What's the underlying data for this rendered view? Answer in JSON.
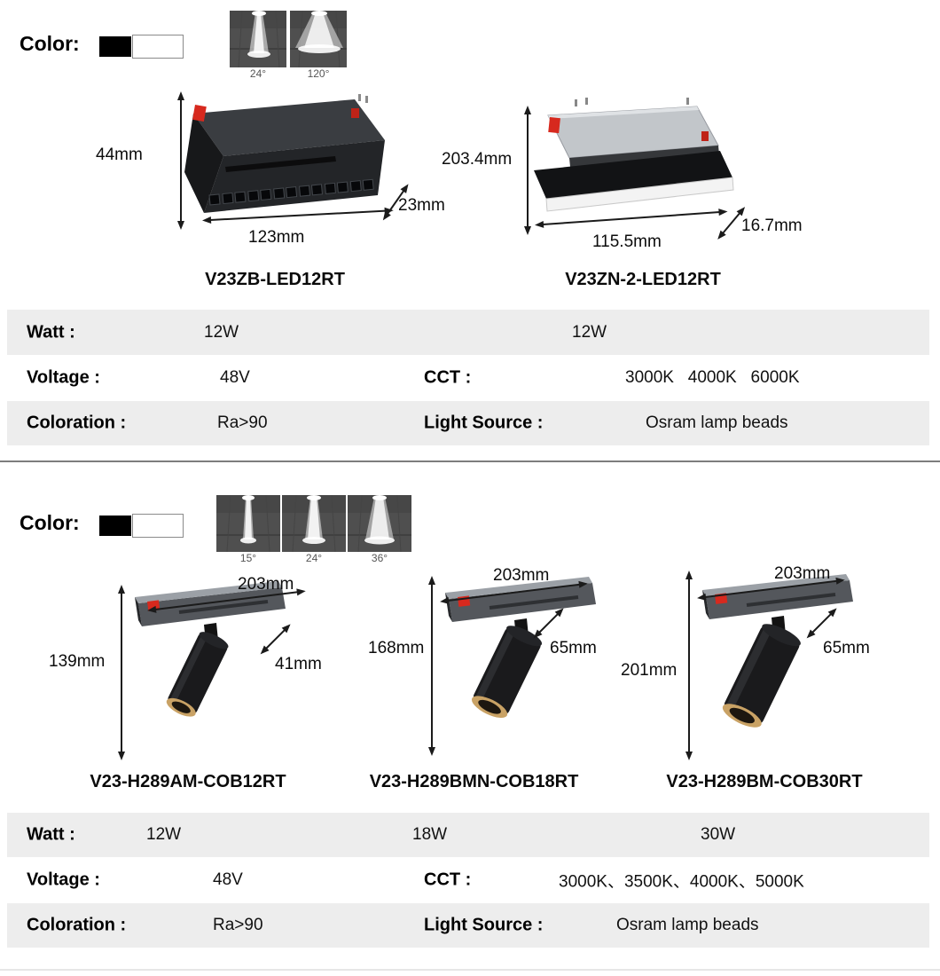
{
  "section1": {
    "color_label": "Color:",
    "beam_angles": [
      "24°",
      "120°"
    ],
    "products": [
      {
        "name": "V23ZB-LED12RT",
        "height": "44mm",
        "width": "123mm",
        "depth": "23mm"
      },
      {
        "name": "V23ZN-2-LED12RT",
        "height": "203.4mm",
        "width": "115.5mm",
        "depth": "16.7mm"
      }
    ],
    "specs": {
      "watt_label": "Watt :",
      "watt_values": [
        "12W",
        "12W"
      ],
      "voltage_label": "Voltage :",
      "voltage_value": "48V",
      "cct_label": "CCT :",
      "cct_value": "3000K   4000K   6000K",
      "coloration_label": "Coloration :",
      "coloration_value": "Ra>90",
      "light_source_label": "Light Source :",
      "light_source_value": "Osram lamp beads"
    }
  },
  "section2": {
    "color_label": "Color:",
    "beam_angles": [
      "15°",
      "24°",
      "36°"
    ],
    "products": [
      {
        "name": "V23-H289AM-COB12RT",
        "height": "139mm",
        "width": "203mm",
        "depth": "41mm"
      },
      {
        "name": "V23-H289BMN-COB18RT",
        "height": "168mm",
        "width": "203mm",
        "depth": "65mm"
      },
      {
        "name": "V23-H289BM-COB30RT",
        "height": "201mm",
        "width": "203mm",
        "depth": "65mm"
      }
    ],
    "specs": {
      "watt_label": "Watt :",
      "watt_values": [
        "12W",
        "18W",
        "30W"
      ],
      "voltage_label": "Voltage :",
      "voltage_value": "48V",
      "cct_label": "CCT :",
      "cct_value": "3000K、3500K、4000K、5000K",
      "coloration_label": "Coloration :",
      "coloration_value": "Ra>90",
      "light_source_label": "Light Source :",
      "light_source_value": "Osram lamp beads"
    }
  },
  "colors": {
    "swatch_black": "#000000",
    "swatch_white": "#ffffff",
    "row_gray": "#ededed",
    "accent_red": "#d7291e",
    "gold_ring": "#c9a265"
  }
}
